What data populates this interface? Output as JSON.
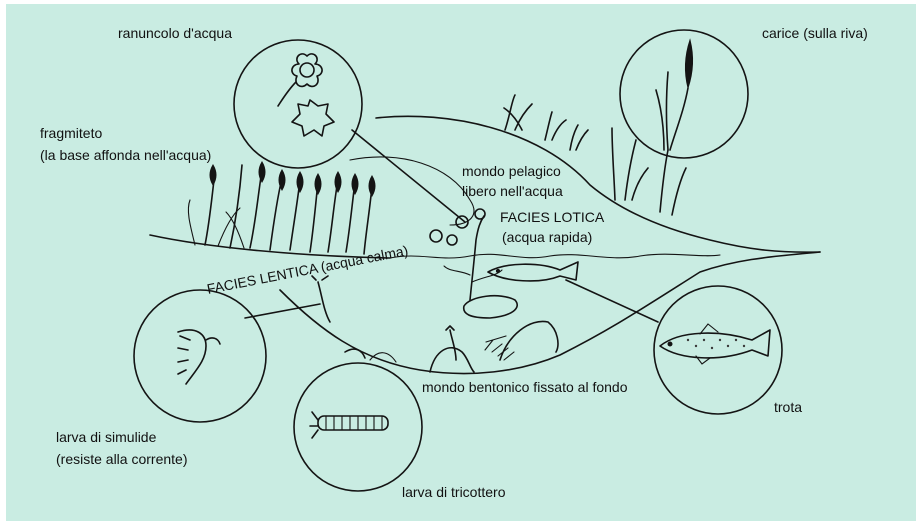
{
  "labels": {
    "ranuncolo": "ranuncolo d'acqua",
    "carice": "carice (sulla riva)",
    "fragmiteto_1": "fragmiteto",
    "fragmiteto_2": "(la base affonda nell'acqua)",
    "pelagico_1": "mondo pelagico",
    "pelagico_2": "libero nell'acqua",
    "lotica_1": "FACIES LOTICA",
    "lotica_2": "(acqua rapida)",
    "lentica": "FACIES LENTICA (acqua calma)",
    "bentonico": "mondo bentonico fissato al fondo",
    "simulide_1": "larva di simulide",
    "simulide_2": "(resiste alla corrente)",
    "tricottero": "larva di tricottero",
    "trota": "trota"
  },
  "colors": {
    "background": "#c9ece2",
    "ink": "#141414",
    "fish_spots": "#3a3a3a"
  }
}
